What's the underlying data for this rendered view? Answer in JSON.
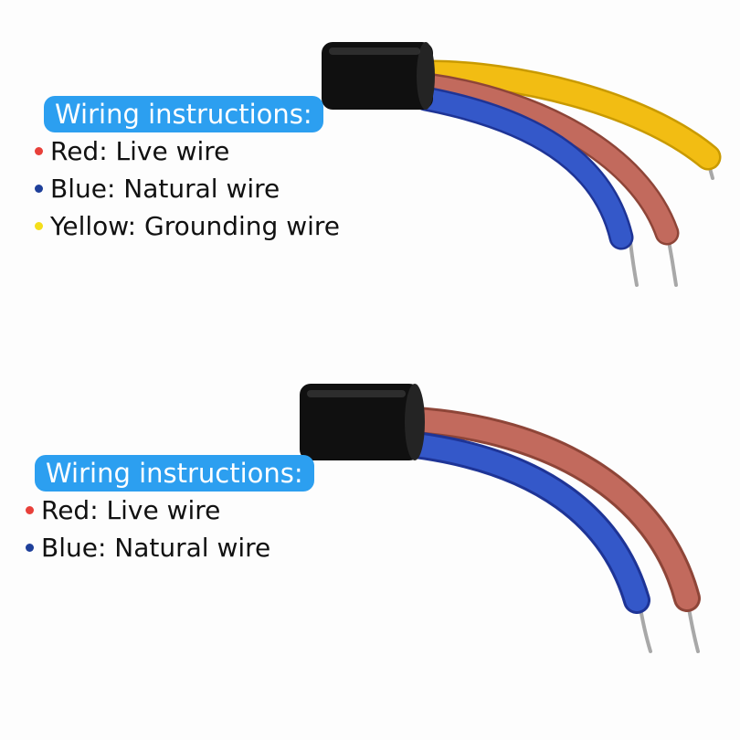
{
  "colors": {
    "badge_bg": "#2c9ff0",
    "red": "#e8403a",
    "blue": "#1e3f9a",
    "yellow": "#f4de1a"
  },
  "panels": [
    {
      "heading": "Wiring instructions:",
      "items": [
        {
          "text": "Red: Live wire",
          "color": "red"
        },
        {
          "text": "Blue: Natural wire",
          "color": "blue"
        },
        {
          "text": "Yellow: Grounding wire",
          "color": "yellow"
        }
      ]
    },
    {
      "heading": "Wiring instructions:",
      "items": [
        {
          "text": "Red: Live wire",
          "color": "red"
        },
        {
          "text": "Blue: Natural wire",
          "color": "blue"
        }
      ]
    }
  ]
}
